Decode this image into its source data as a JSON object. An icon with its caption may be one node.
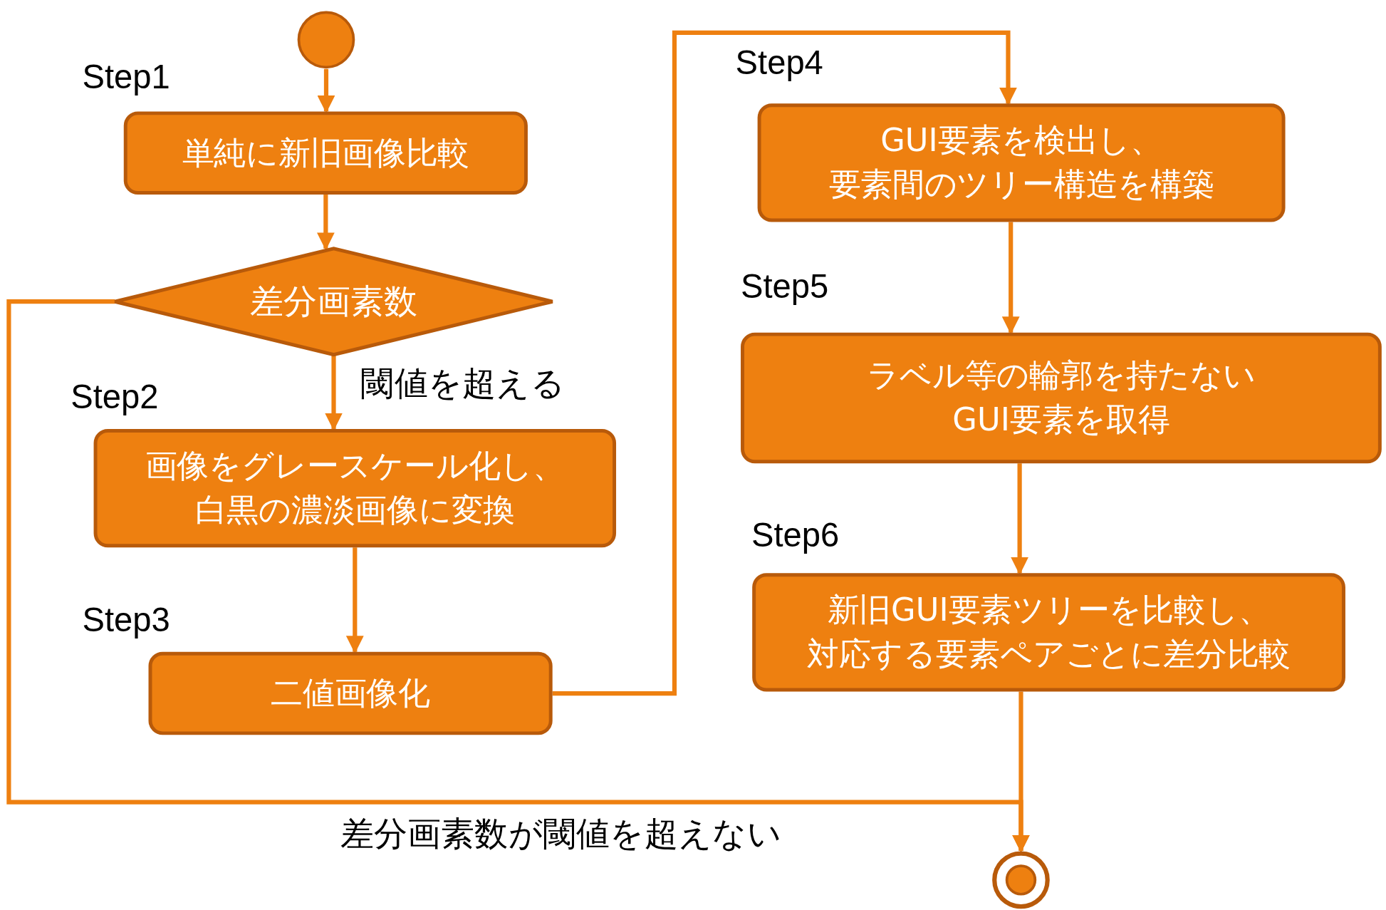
{
  "diagram": {
    "nodes": [
      {
        "text": [],
        "shape": "circle"
      },
      {
        "text": [
          "単純に新旧画像比較"
        ],
        "beside": [
          "Step1"
        ]
      },
      {
        "text": [
          "差分画素数"
        ]
      },
      {
        "text": [
          "画像をグレースケール化し、白黒の濃淡画像に変換"
        ],
        "beside": [
          "Step2"
        ]
      },
      {
        "text": [
          "二値画像化"
        ],
        "beside": [
          "Step3"
        ]
      },
      {
        "text": [
          "GUI要素を検出し、要素間のツリー構造を構築"
        ],
        "beside": [
          "Step4"
        ]
      },
      {
        "text": [
          "ラベル等の輪郭を持たないGUI要素を取得"
        ],
        "beside": [
          "Step5"
        ]
      },
      {
        "text": [
          "新旧GUI要素ツリーを比較し、対応する要素ペアごとに差分比較"
        ],
        "beside": [
          "Step6"
        ]
      },
      {
        "text": [],
        "shape": "circle"
      }
    ],
    "edges": [
      {
        "from": 0,
        "to": 1,
        "arrow": "to"
      },
      {
        "from": 1,
        "to": 2,
        "arrow": "to"
      },
      {
        "from": 2,
        "to": 3,
        "arrow": "to",
        "label": "閾値を超える"
      },
      {
        "from": 3,
        "to": 4,
        "arrow": "to"
      },
      {
        "from": 4,
        "to": 5,
        "arrow": "to"
      },
      {
        "from": 5,
        "to": 6,
        "arrow": "to"
      },
      {
        "from": 6,
        "to": 7,
        "arrow": "to"
      },
      {
        "from": 7,
        "to": 8,
        "arrow": "to"
      },
      {
        "from": 2,
        "to": 8,
        "arrow": "to",
        "label": "差分画素数が閾値を超えない"
      }
    ]
  }
}
